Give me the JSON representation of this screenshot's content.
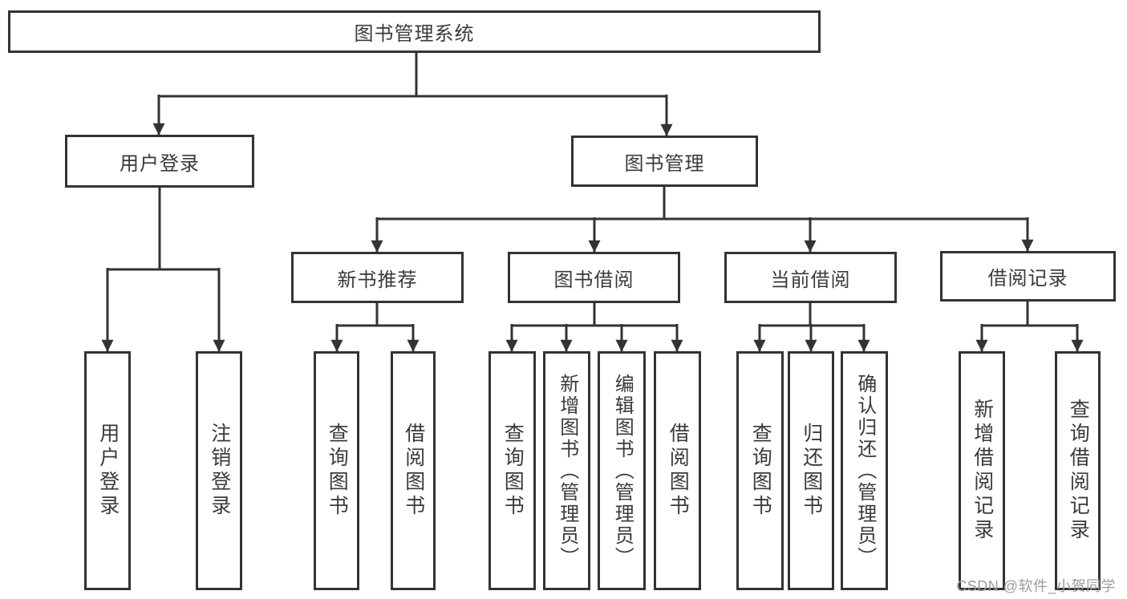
{
  "tree": {
    "root": {
      "label": "图书管理系统"
    },
    "branches": [
      {
        "label": "用户登录",
        "children": [
          {
            "label": "用户登录"
          },
          {
            "label": "注销登录"
          }
        ]
      },
      {
        "label": "图书管理",
        "children": [
          {
            "label": "新书推荐",
            "children": [
              {
                "label": "查询图书"
              },
              {
                "label": "借阅图书"
              }
            ]
          },
          {
            "label": "图书借阅",
            "children": [
              {
                "label": "查询图书"
              },
              {
                "label": "新增图书（管理员）"
              },
              {
                "label": "编辑图书（管理员）"
              },
              {
                "label": "借阅图书"
              }
            ]
          },
          {
            "label": "当前借阅",
            "children": [
              {
                "label": "查询图书"
              },
              {
                "label": "归还图书"
              },
              {
                "label": "确认归还（管理员）"
              }
            ]
          },
          {
            "label": "借阅记录",
            "children": [
              {
                "label": "新增借阅记录"
              },
              {
                "label": "查询借阅记录"
              }
            ]
          }
        ]
      }
    ]
  },
  "watermark": {
    "text": "CSDN @软件_小贺同学"
  },
  "colors": {
    "line": "#333333",
    "text": "#3a3a3a",
    "background": "#ffffff",
    "watermark": "#9c9c9c"
  }
}
